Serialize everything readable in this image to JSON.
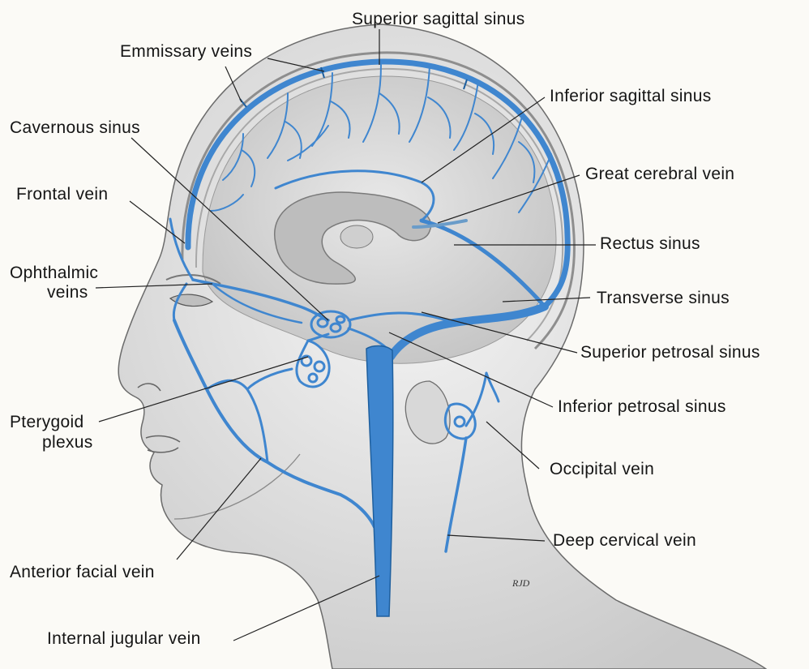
{
  "labels": {
    "superior_sagittal_sinus": "Superior sagittal sinus",
    "emmissary_veins": "Emmissary veins",
    "inferior_sagittal_sinus": "Inferior sagittal sinus",
    "cavernous_sinus": "Cavernous sinus",
    "great_cerebral_vein": "Great cerebral vein",
    "frontal_vein": "Frontal vein",
    "rectus_sinus": "Rectus sinus",
    "ophthalmic_veins_1": "Ophthalmic",
    "ophthalmic_veins_2": "veins",
    "transverse_sinus": "Transverse sinus",
    "superior_petrosal_sinus": "Superior petrosal sinus",
    "inferior_petrosal_sinus": "Inferior petrosal sinus",
    "pterygoid_plexus_1": "Pterygoid",
    "pterygoid_plexus_2": "plexus",
    "occipital_vein": "Occipital vein",
    "deep_cervical_vein": "Deep cervical vein",
    "anterior_facial_vein": "Anterior facial vein",
    "internal_jugular_vein": "Internal jugular vein"
  },
  "signature": "RJD",
  "colors": {
    "vein": "#3f86cf",
    "vein_dark": "#1e5f9e",
    "skin": "#e7e7e7",
    "brain": "#d6d6d6",
    "leader": "#222222"
  }
}
